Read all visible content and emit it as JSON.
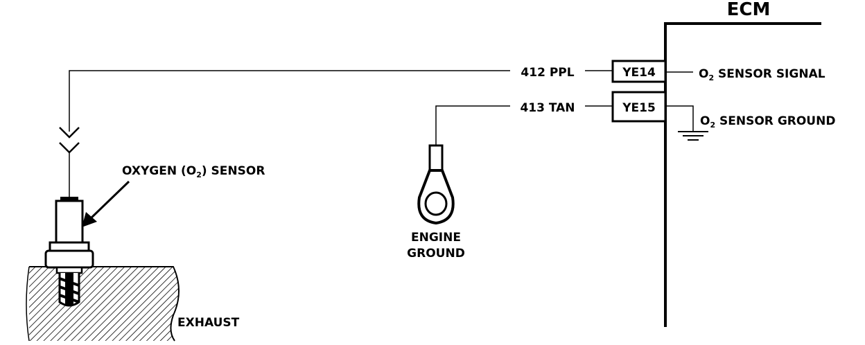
{
  "ecm": {
    "title": "ECM"
  },
  "wires": [
    {
      "circuit": "412 PPL",
      "connector": "YE14"
    },
    {
      "circuit": "413 TAN",
      "connector": "YE15"
    }
  ],
  "ecm_signals": {
    "signal": {
      "prefix": "O",
      "sub": "2",
      "suffix": " SENSOR SIGNAL"
    },
    "ground": {
      "prefix": "O",
      "sub": "2",
      "suffix": " SENSOR GROUND"
    }
  },
  "sensor_label": {
    "prefix": "OXYGEN (O",
    "sub": "2",
    "suffix": ") SENSOR"
  },
  "engine_ground": {
    "line1": "ENGINE",
    "line2": "GROUND"
  },
  "exhaust_label": "EXHAUST",
  "colors": {
    "ink": "#000000",
    "background": "#ffffff"
  }
}
